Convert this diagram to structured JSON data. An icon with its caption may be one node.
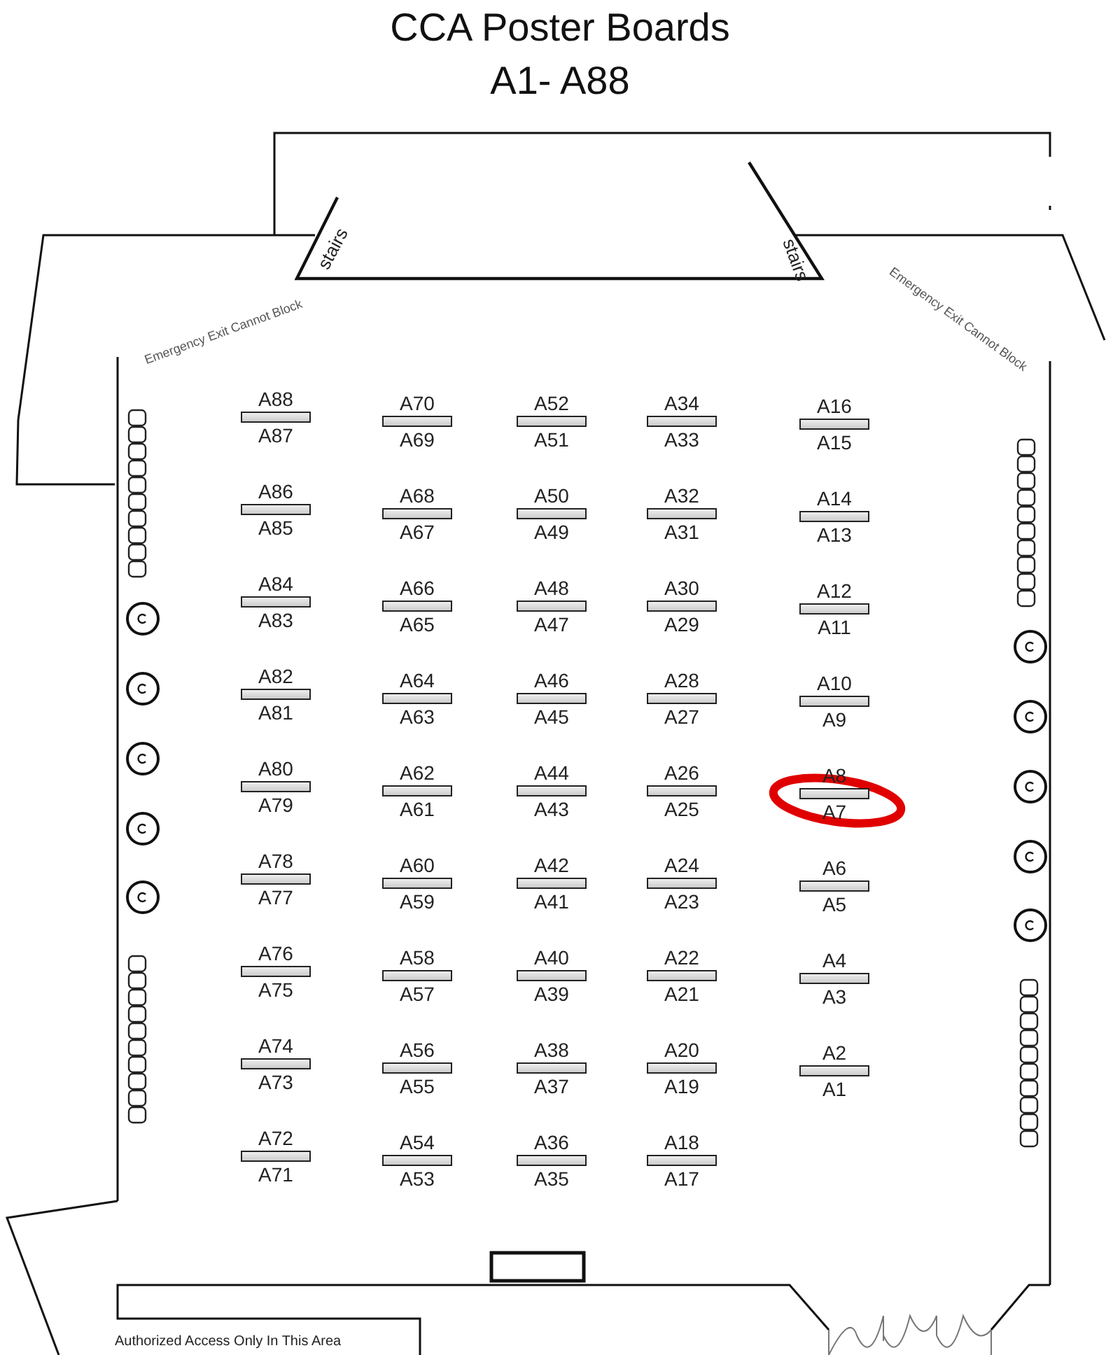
{
  "diagram": {
    "title": "CCA Poster Boards",
    "nodes": [
      {
        "text": [
          "A88",
          "A87"
        ]
      },
      {
        "text": [
          "A70",
          "A69"
        ]
      },
      {
        "text": [
          "A52",
          "A51"
        ]
      },
      {
        "text": [
          "A34",
          "A33"
        ]
      },
      {
        "text": [
          "A16",
          "A15"
        ]
      },
      {
        "text": [
          "A86",
          "A85"
        ]
      },
      {
        "text": [
          "A68",
          "A67"
        ]
      },
      {
        "text": [
          "A50",
          "A49"
        ]
      },
      {
        "text": [
          "A32",
          "A31"
        ]
      },
      {
        "text": [
          "A14",
          "A13"
        ]
      },
      {
        "text": [
          "A84",
          "A83"
        ]
      },
      {
        "text": [
          "A66",
          "A65"
        ]
      },
      {
        "text": [
          "A48",
          "A47"
        ]
      },
      {
        "text": [
          "A30",
          "A29"
        ]
      },
      {
        "text": [
          "A12",
          "A11"
        ]
      },
      {
        "text": [
          "A82",
          "A81"
        ]
      },
      {
        "text": [
          "A64",
          "A63"
        ]
      },
      {
        "text": [
          "A46",
          "A45"
        ]
      },
      {
        "text": [
          "A28",
          "A27"
        ]
      },
      {
        "text": [
          "A10",
          "A9"
        ]
      },
      {
        "text": [
          "A80",
          "A79"
        ]
      },
      {
        "text": [
          "A62",
          "A61"
        ]
      },
      {
        "text": [
          "A44",
          "A43"
        ]
      },
      {
        "text": [
          "A26",
          "A25"
        ]
      },
      {
        "text": [
          "A8",
          "A7"
        ]
      },
      {
        "text": [
          "A78",
          "A77"
        ]
      },
      {
        "text": [
          "A60",
          "A59"
        ]
      },
      {
        "text": [
          "A42",
          "A41"
        ]
      },
      {
        "text": [
          "A24",
          "A23"
        ]
      },
      {
        "text": [
          "A6",
          "A5"
        ]
      },
      {
        "text": [
          "A76",
          "A75"
        ]
      },
      {
        "text": [
          "A58",
          "A57"
        ]
      },
      {
        "text": [
          "A40",
          "A39"
        ]
      },
      {
        "text": [
          "A22",
          "A21"
        ]
      },
      {
        "text": [
          "A4",
          "A3"
        ]
      },
      {
        "text": [
          "A74",
          "A73"
        ]
      },
      {
        "text": [
          "A56",
          "A55"
        ]
      },
      {
        "text": [
          "A38",
          "A37"
        ]
      },
      {
        "text": [
          "A20",
          "A19"
        ]
      },
      {
        "text": [
          "A2",
          "A1"
        ]
      },
      {
        "text": [
          "A72",
          "A71"
        ]
      },
      {
        "text": [
          "A54",
          "A53"
        ]
      },
      {
        "text": [
          "A36",
          "A35"
        ]
      },
      {
        "text": [
          "A18",
          "A17"
        ]
      }
    ],
    "labels": [
      "A1- A88",
      "stairs",
      "stairs",
      "Emergency Exit Cannot Block",
      "Emergency Exit Cannot Block",
      "Authorized Access Only In This Area"
    ]
  }
}
